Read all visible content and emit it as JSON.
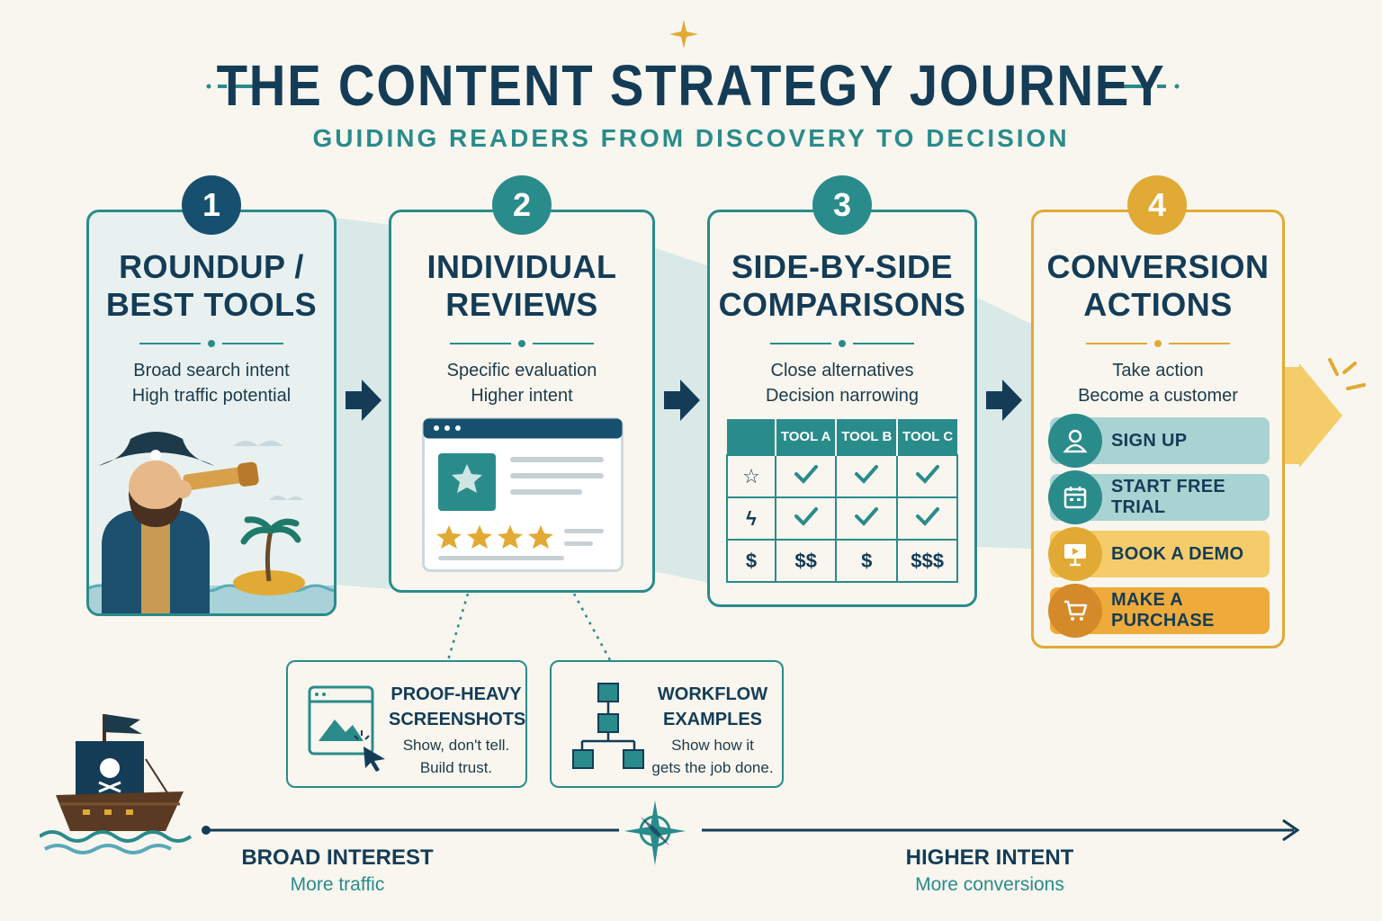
{
  "header": {
    "title": "THE CONTENT STRATEGY JOURNEY",
    "subtitle": "GUIDING READERS FROM DISCOVERY TO DECISION"
  },
  "colors": {
    "teal": "#2a8b8b",
    "navy": "#143c57",
    "gold": "#e0aa34",
    "background": "#f8f6ee"
  },
  "stages": [
    {
      "number": "1",
      "title_lines": [
        "ROUNDUP /",
        "BEST TOOLS"
      ],
      "desc_lines": [
        "Broad search intent",
        "High traffic potential"
      ],
      "illustration": "pirate-spyglass-icon"
    },
    {
      "number": "2",
      "title_lines": [
        "INDIVIDUAL",
        "REVIEWS"
      ],
      "desc_lines": [
        "Specific evaluation",
        "Higher intent"
      ],
      "illustration": "review-window-icon"
    },
    {
      "number": "3",
      "title_lines": [
        "SIDE-BY-SIDE",
        "COMPARISONS"
      ],
      "desc_lines": [
        "Close alternatives",
        "Decision narrowing"
      ],
      "table": {
        "headers": [
          "",
          "TOOL A",
          "TOOL B",
          "TOOL C"
        ],
        "rows": [
          {
            "icon": "star-icon",
            "cells": [
              "check-icon",
              "check-icon",
              "check-icon"
            ]
          },
          {
            "icon": "lightning-icon",
            "cells": [
              "check-icon",
              "check-icon",
              "check-icon"
            ]
          },
          {
            "icon": "dollar-icon",
            "cells": [
              "$$",
              "$",
              "$$$"
            ]
          }
        ],
        "row_icon_glyphs": [
          "☆",
          "ϟ",
          "$"
        ]
      }
    },
    {
      "number": "4",
      "title_lines": [
        "CONVERSION",
        "ACTIONS"
      ],
      "desc_lines": [
        "Take action",
        "Become a customer"
      ],
      "actions": [
        {
          "label": "SIGN UP",
          "icon": "user-icon"
        },
        {
          "label": "START FREE TRIAL",
          "icon": "calendar-icon"
        },
        {
          "label": "BOOK A DEMO",
          "icon": "presentation-icon"
        },
        {
          "label": "MAKE A PURCHASE",
          "icon": "cart-icon"
        }
      ]
    }
  ],
  "supporting": [
    {
      "title_lines": [
        "PROOF-HEAVY",
        "SCREENSHOTS"
      ],
      "desc_lines": [
        "Show, don't tell.",
        "Build trust."
      ],
      "icon": "screenshot-icon"
    },
    {
      "title_lines": [
        "WORKFLOW",
        "EXAMPLES"
      ],
      "desc_lines": [
        "Show how it",
        "gets the job done."
      ],
      "icon": "workflow-icon"
    }
  ],
  "axis": {
    "left_label": "BROAD INTEREST",
    "left_sub": "More traffic",
    "right_label": "HIGHER INTENT",
    "right_sub": "More conversions"
  }
}
